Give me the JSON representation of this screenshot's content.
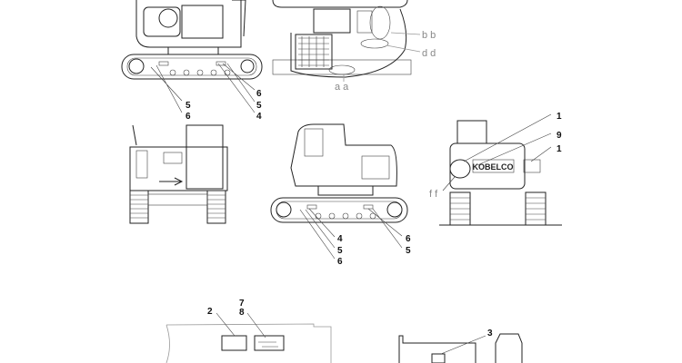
{
  "callouts": {
    "top_left": [
      "5",
      "6",
      "6",
      "5",
      "4"
    ],
    "top_center": [
      "b b",
      "d d",
      "a a"
    ],
    "middle_center": [
      "4",
      "5",
      "6",
      "6",
      "5"
    ],
    "middle_right": [
      "1",
      "9",
      "1",
      "f f"
    ],
    "bottom_left": [
      "2",
      "7",
      "8"
    ],
    "bottom_right": [
      "3"
    ]
  },
  "brand_logo_text": "KOBELCO"
}
